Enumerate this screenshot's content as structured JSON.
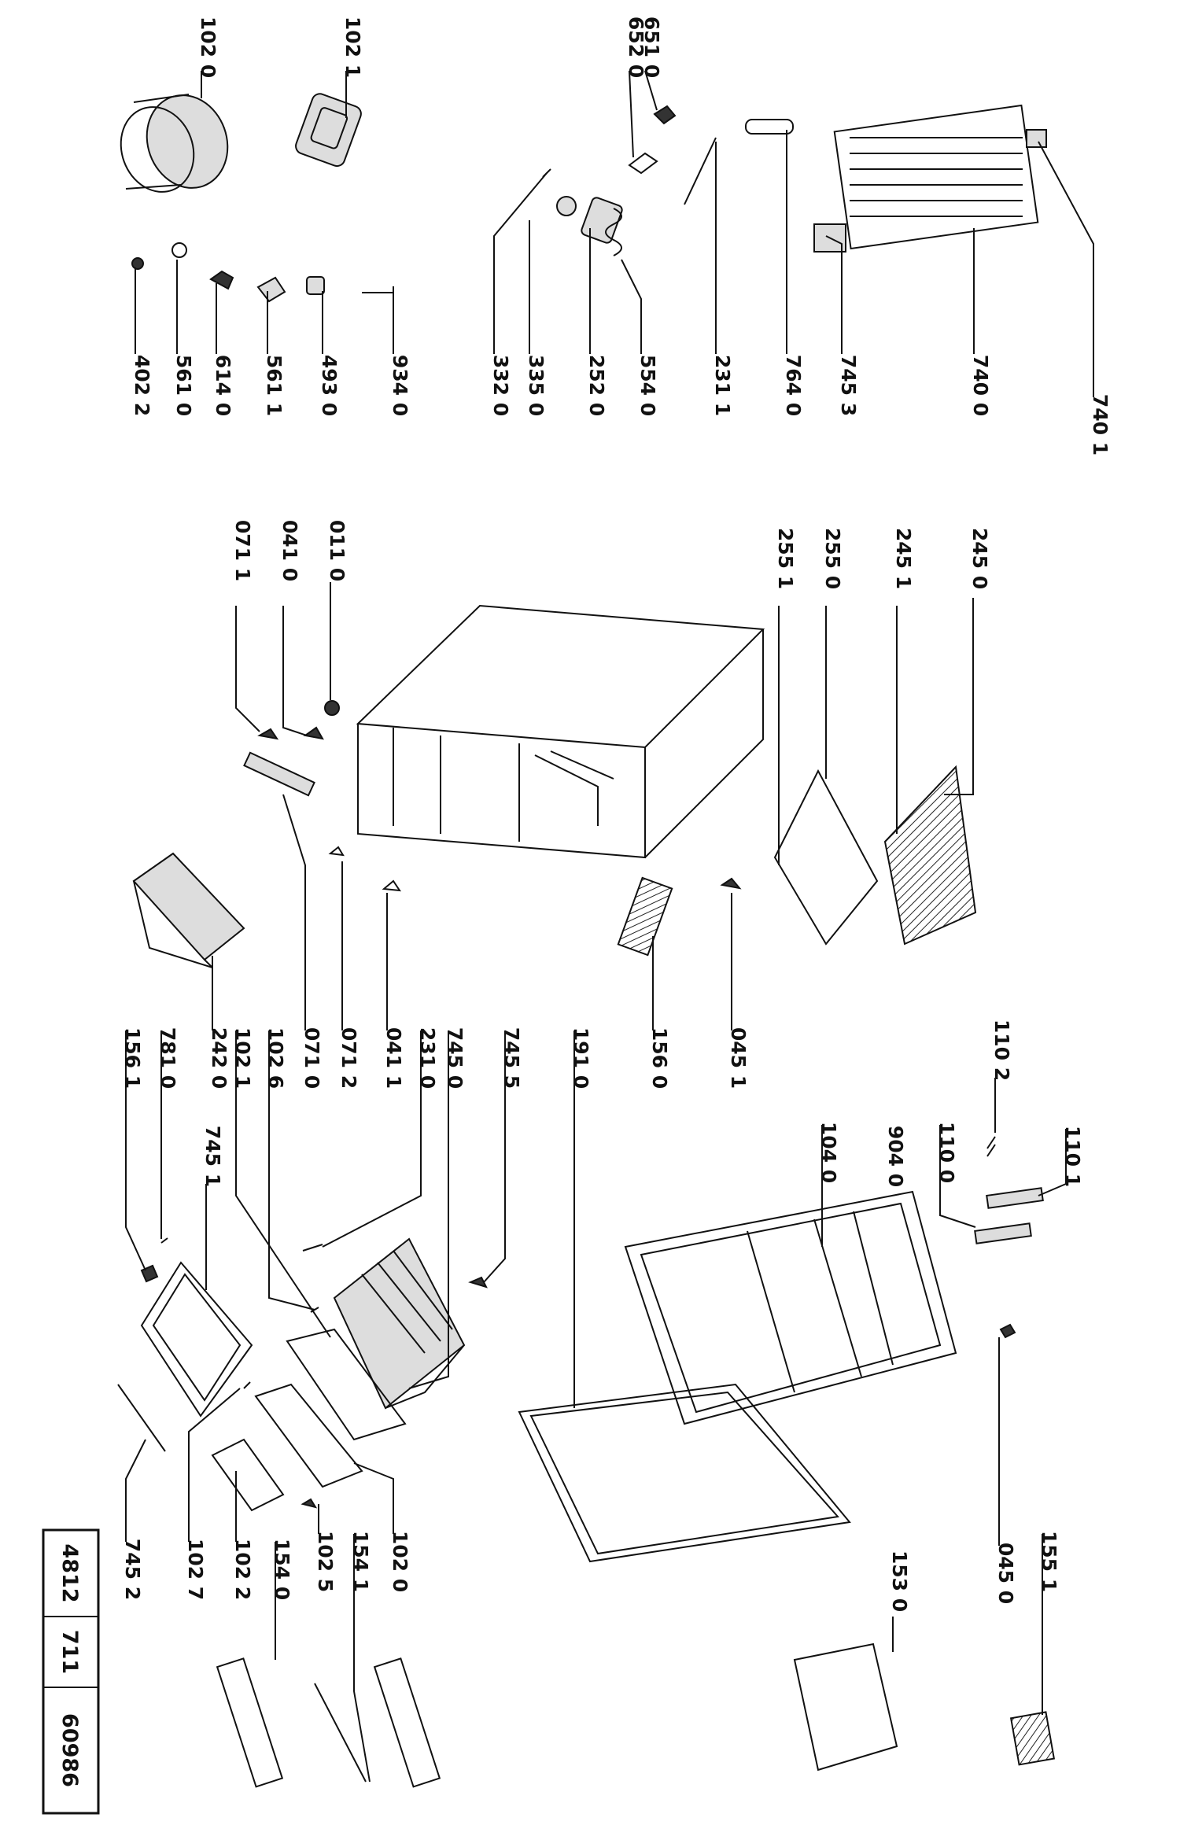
{
  "diagram": {
    "labels": [
      "102 0",
      "102 1",
      "651 0",
      "652 0",
      "740 1",
      "740 0",
      "745 3",
      "764 0",
      "231 1",
      "554 0",
      "252 0",
      "335 0",
      "332 0",
      "934 0",
      "493 0",
      "561 1",
      "614 0",
      "561 0",
      "402 2",
      "245 0",
      "245 1",
      "255 0",
      "255 1",
      "011 0",
      "041 0",
      "071 1",
      "045 1",
      "156 0",
      "191 0",
      "745 5",
      "745 0",
      "231 0",
      "041 1",
      "071 2",
      "071 0",
      "102 6",
      "102 1",
      "242 0",
      "781 0",
      "156 1",
      "745 1",
      "110 2",
      "110 1",
      "110 0",
      "904 0",
      "104 0",
      "045 0",
      "155 1",
      "153 0",
      "102 0",
      "154 1",
      "102 5",
      "154 0",
      "102 2",
      "102 7",
      "745 2"
    ],
    "code_box": {
      "parts": [
        "4812",
        "711",
        "60986"
      ]
    }
  }
}
